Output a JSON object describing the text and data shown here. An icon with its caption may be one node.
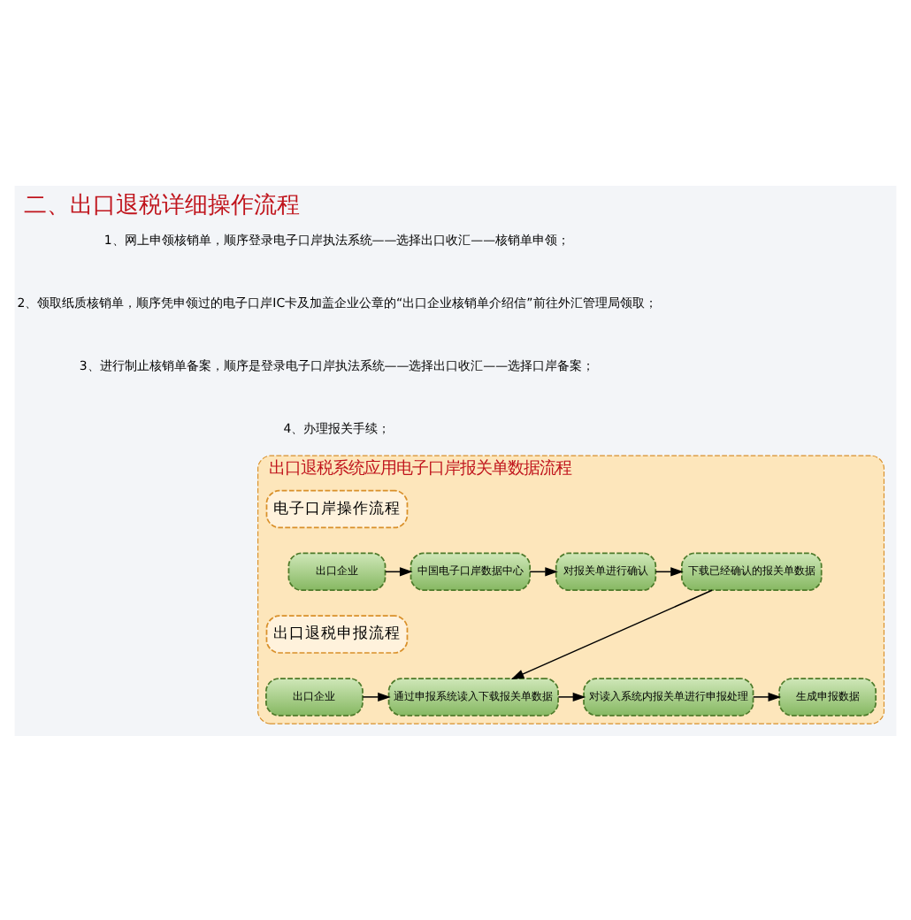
{
  "diagram": {
    "title": "二、出口退税详细操作流程",
    "nodes": [
      {
        "text": [
          "出口退税系统应用电子口岸报关单数据流程"
        ]
      },
      {
        "text": [
          "电子口岸操作流程"
        ],
        "in": 0
      },
      {
        "text": [
          "出口企业"
        ],
        "in": 0
      },
      {
        "text": [
          "中国电子口岸数据中心"
        ],
        "in": 0
      },
      {
        "text": [
          "对报关单进行确认"
        ],
        "in": 0
      },
      {
        "text": [
          "下载已经确认的报关单数据"
        ],
        "in": 0
      },
      {
        "text": [
          "出口退税申报流程"
        ],
        "in": 0
      },
      {
        "text": [
          "出口企业"
        ],
        "in": 0
      },
      {
        "text": [
          "通过申报系统读入下载报关单数据"
        ],
        "in": 0
      },
      {
        "text": [
          "对读入系统内报关单进行申报处理"
        ],
        "in": 0
      },
      {
        "text": [
          "生成申报数据"
        ],
        "in": 0
      }
    ],
    "edges": [
      {
        "from": 2,
        "to": 3,
        "arrow": "to"
      },
      {
        "from": 3,
        "to": 4,
        "arrow": "to"
      },
      {
        "from": 4,
        "to": 5,
        "arrow": "to"
      },
      {
        "from": 5,
        "to": 8,
        "arrow": "to"
      },
      {
        "from": 7,
        "to": 8,
        "arrow": "to"
      },
      {
        "from": 8,
        "to": 9,
        "arrow": "to"
      },
      {
        "from": 9,
        "to": 10,
        "arrow": "to"
      }
    ],
    "labels": [
      "1、网上申领核销单，顺序登录电子口岸执法系统——选择出口收汇——核销单申领；",
      "2、领取纸质核销单，顺序凭申领过的电子口岸IC卡及加盖企业公章的“出口企业核销单介绍信”前往外汇管理局领取；",
      "3、进行制止核销单备案，顺序是登录电子口岸执法系统——选择出口收汇——选择口岸备案；",
      "4、办理报关手续；"
    ]
  }
}
